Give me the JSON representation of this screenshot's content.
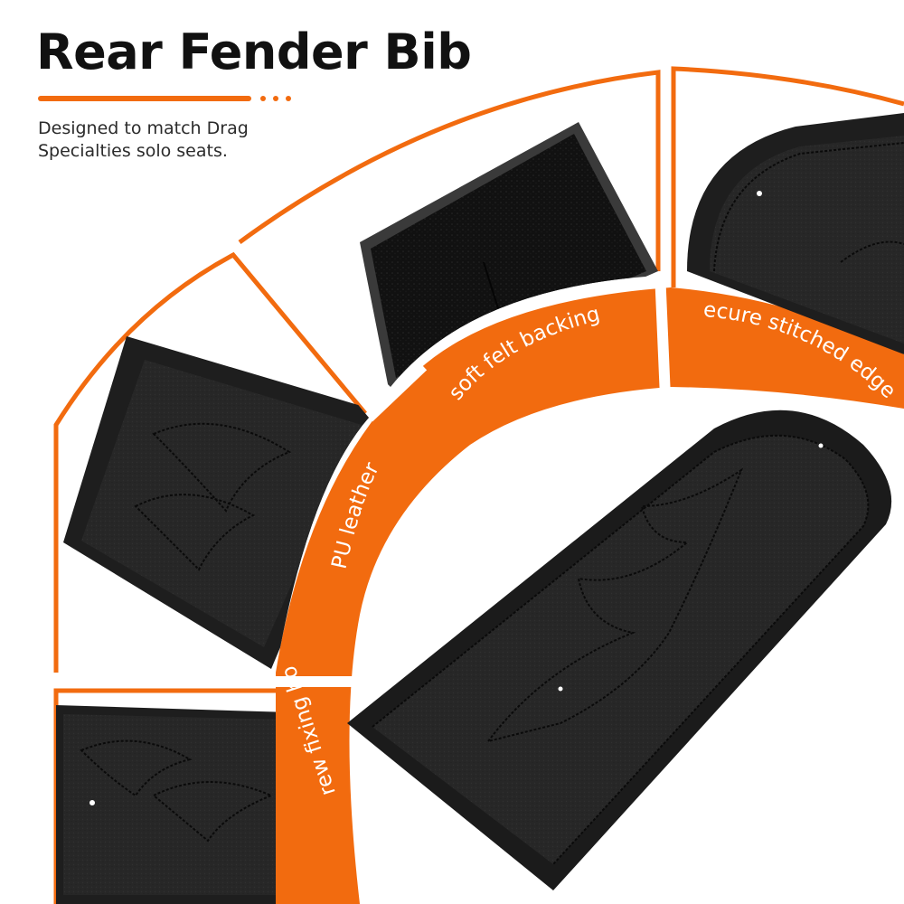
{
  "header": {
    "title": "Rear Fender Bib",
    "subtitle": "Designed to match Drag Specialties solo seats."
  },
  "features": [
    {
      "id": "screw",
      "label": "screw fixing hole"
    },
    {
      "id": "leather",
      "label": "PU leather"
    },
    {
      "id": "felt",
      "label": "soft felt backing"
    },
    {
      "id": "stitch",
      "label": "secure stitched edges"
    }
  ],
  "colors": {
    "accent": "#f26b0f",
    "product": "#1e1e1e",
    "background": "#ffffff"
  }
}
